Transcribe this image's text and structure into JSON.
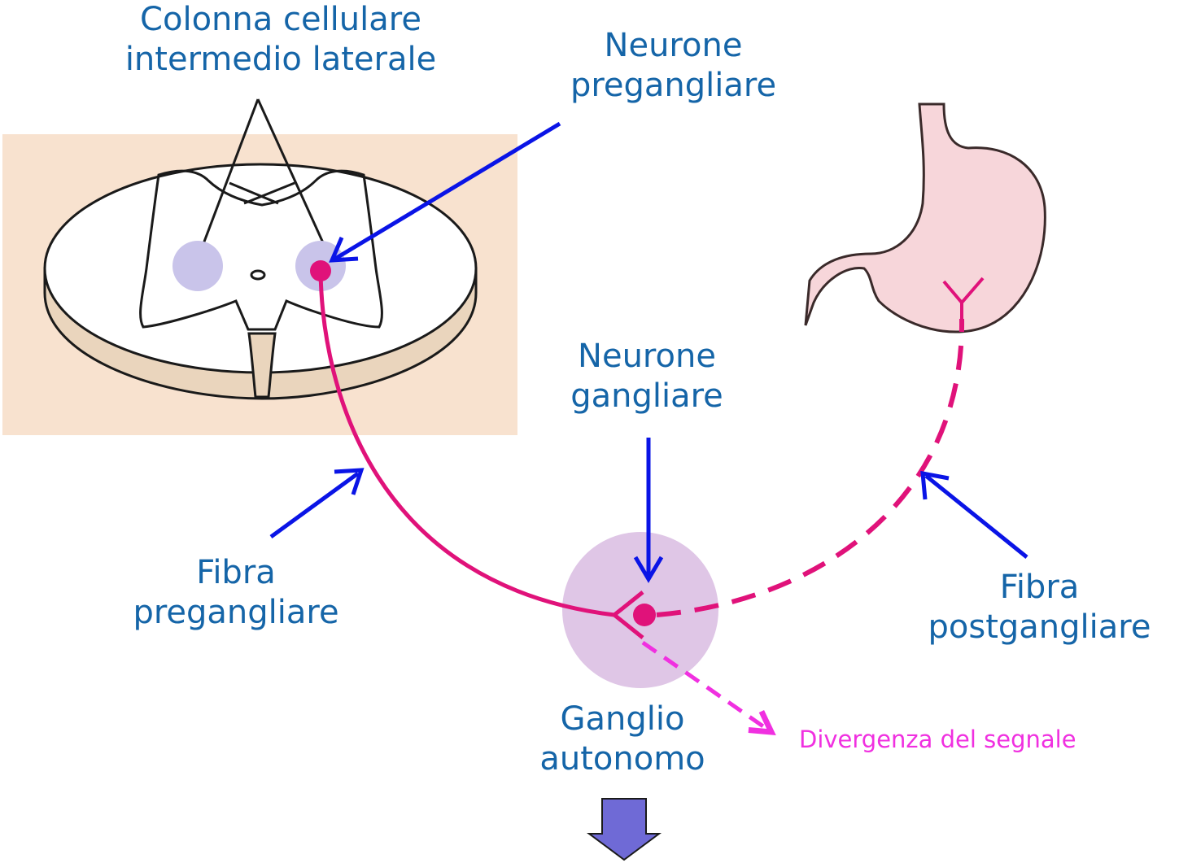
{
  "labels": {
    "colonna_line1": "Colonna cellulare",
    "colonna_line2": "intermedio laterale",
    "neurone_pre_line1": "Neurone",
    "neurone_pre_line2": "pregangliare",
    "neurone_gang_line1": "Neurone",
    "neurone_gang_line2": "gangliare",
    "fibra_pre_line1": "Fibra",
    "fibra_pre_line2": "pregangliare",
    "fibra_post_line1": "Fibra",
    "fibra_post_line2": "postgangliare",
    "ganglio_line1": "Ganglio",
    "ganglio_line2": "autonomo",
    "divergenza": "Divergenza del segnale"
  },
  "colors": {
    "label_text": "#1565a8",
    "arrow_blue": "#0a14e6",
    "fiber_magenta": "#e0127a",
    "divergence_pink": "#f030e0",
    "tissue_background": "#f8e2cf",
    "ganglion_fill": "#dfc6e6",
    "column_circle": "#c9c4ea",
    "stomach_fill": "#f7d6da",
    "down_arrow_fill": "#6f6ad6"
  }
}
